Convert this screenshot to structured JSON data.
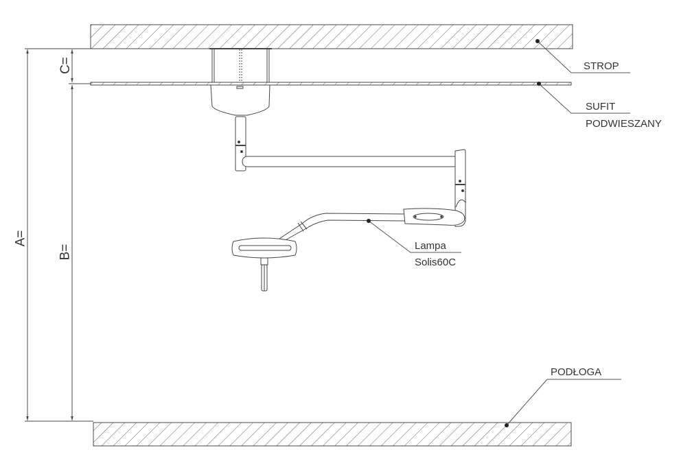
{
  "labels": {
    "strop": "STROP",
    "sufit_line1": "SUFIT",
    "sufit_line2": "PODWIESZANY",
    "lamp_line1": "Lampa",
    "lamp_line2": "Solis60C",
    "podloga": "PODŁOGA"
  },
  "dimensions": {
    "a": "A=",
    "b": "B=",
    "c": "C="
  },
  "colors": {
    "line": "#444444",
    "text": "#333333"
  }
}
